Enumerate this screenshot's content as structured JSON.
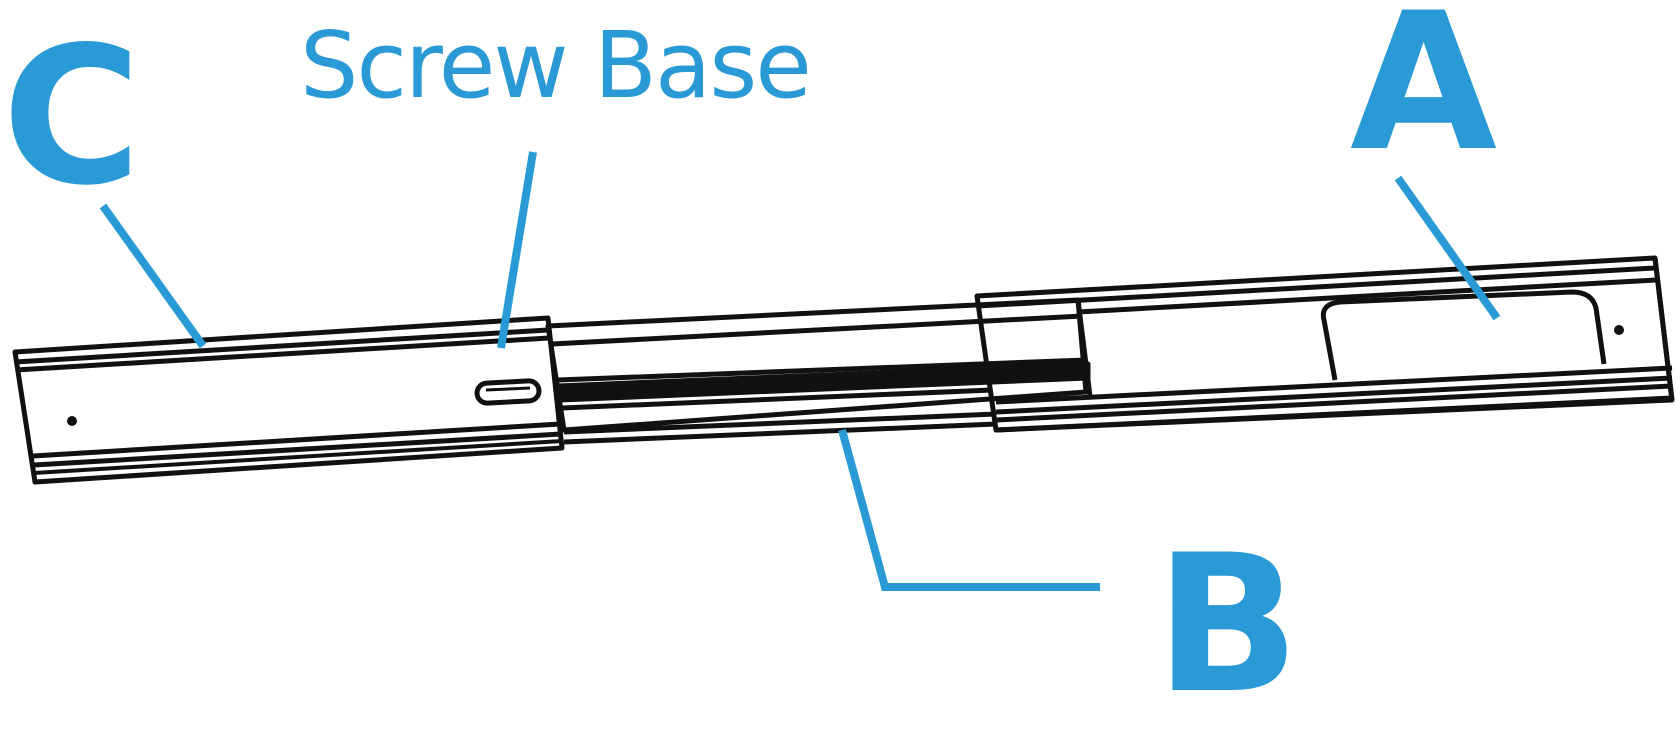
{
  "labels": {
    "c": "C",
    "screw_base": "Screw Base",
    "a": "A",
    "b": "B"
  },
  "colors": {
    "label": "#2a9ad6",
    "leader": "#2a9ad6",
    "outline": "#111111",
    "background": "#ffffff"
  },
  "icons": {
    "screw_slot": "screw-slot-icon",
    "mount_hole": "mount-hole-icon"
  }
}
